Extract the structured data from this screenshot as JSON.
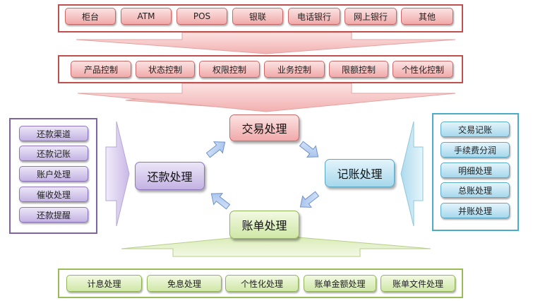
{
  "top_channels": [
    "柜台",
    "ATM",
    "POS",
    "银联",
    "电话银行",
    "网上银行",
    "其他"
  ],
  "controls": [
    "产品控制",
    "状态控制",
    "权限控制",
    "业务控制",
    "限额控制",
    "个性化控制"
  ],
  "left_items": [
    "还款渠道",
    "还款记账",
    "账户处理",
    "催收处理",
    "还款提醒"
  ],
  "right_items": [
    "交易记账",
    "手续费分润",
    "明细处理",
    "总账处理",
    "并账处理"
  ],
  "bottom_items": [
    "计息处理",
    "免息处理",
    "个性化处理",
    "账单金额处理",
    "账单文件处理"
  ],
  "cycle": {
    "transaction": "交易处理",
    "accounting": "记账处理",
    "billing": "账单处理",
    "repayment": "还款处理"
  },
  "colors": {
    "red": "#c0504d",
    "purple": "#8064a2",
    "blue": "#4bacc6",
    "green": "#9bbb59"
  }
}
